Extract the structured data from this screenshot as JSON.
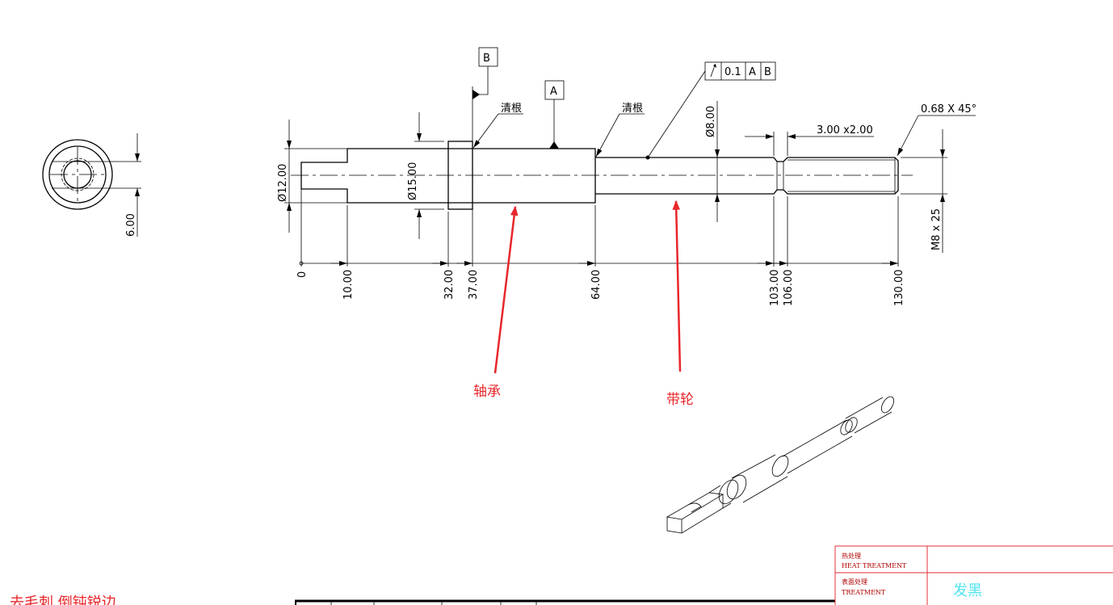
{
  "drawing": {
    "datum_b": "B",
    "datum_a": "A",
    "weld_note_1": "清根",
    "weld_note_2": "清根",
    "fcf": {
      "symbol": "circular-runout",
      "tolerance": "0.1",
      "datum1": "A",
      "datum2": "B"
    },
    "dia_12": "Ø12.00",
    "dia_15": "Ø15.00",
    "dia_8": "Ø8.00",
    "groove": "3.00 x2.00",
    "chamfer": "0.68 X 45°",
    "thread": "M8 x 25",
    "end_view_dim": "6.00",
    "ordinates": [
      "0",
      "10.00",
      "32.00",
      "37.00",
      "64.00",
      "103.00",
      "106.00",
      "130.00"
    ]
  },
  "annotations": {
    "bearing": "轴承",
    "pulley": "带轮",
    "deburr_note": "去毛刺 倒钝锐边",
    "color": "#e8262a"
  },
  "title_block": {
    "heat_treatment_cn": "热处理",
    "heat_treatment_en": "HEAT TREATMENT",
    "heat_treatment_value": "",
    "surface_treatment_cn": "表面处理",
    "surface_treatment_en": "TREATMENT",
    "surface_treatment_value": "发黑"
  }
}
